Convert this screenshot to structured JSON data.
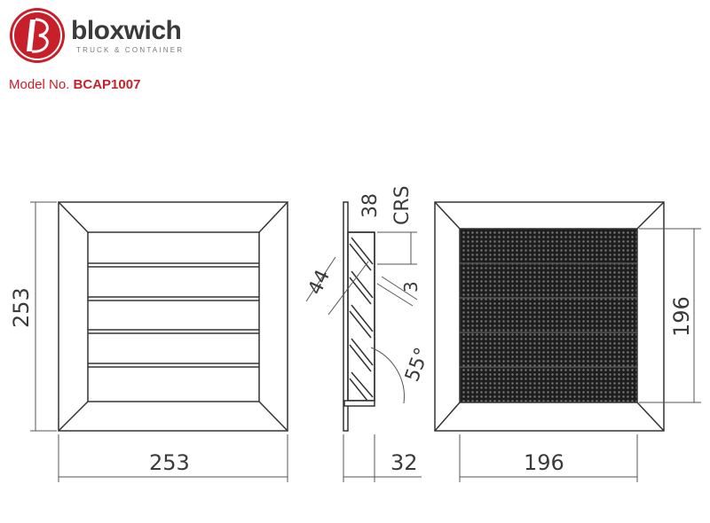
{
  "brand": {
    "name": "bloxwich",
    "tagline": "TRUCK & CONTAINER",
    "colors": {
      "accent": "#c8202a",
      "dark": "#3a3a3a"
    }
  },
  "model": {
    "label": "Model No.",
    "value": "BCAP1007"
  },
  "dimensions": {
    "front_height": "253",
    "front_width": "253",
    "side_crs_value": "38",
    "side_crs_unit": "CRS",
    "side_slat": "44",
    "side_thickness": "3",
    "side_angle": "55°",
    "side_depth": "32",
    "rear_height": "196",
    "rear_width": "196"
  }
}
